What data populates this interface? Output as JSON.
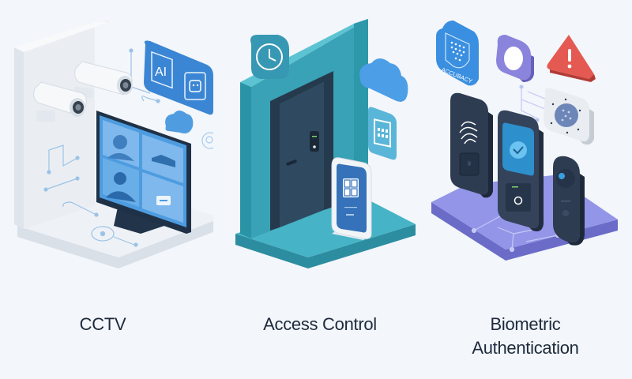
{
  "panels": [
    {
      "id": "cctv",
      "caption": "CCTV",
      "theme_color": "#3d86d6",
      "elements": {
        "badge_ai_label": "AI",
        "badge_icons": [
          "ai-badge-icon",
          "face-scan-icon"
        ],
        "floating_icons": [
          "cloud-icon",
          "search-icon"
        ],
        "monitor_tiles": [
          "person-face",
          "car",
          "person-silhouette",
          "message"
        ]
      }
    },
    {
      "id": "access-control",
      "caption": "Access Control",
      "theme_color": "#3ea6b9",
      "elements": {
        "floating_icons": [
          "clock-icon",
          "cloud-icon",
          "keypad-icon"
        ],
        "door": "door-with-card-reader",
        "kiosk": "qr-code-kiosk"
      }
    },
    {
      "id": "biometric",
      "caption_line1": "Biometric",
      "caption_line2": "Authentication",
      "theme_color": "#8b8be0",
      "elements": {
        "shield_badge_label": "ACCUBACY",
        "floating_icons": [
          "shield-icon",
          "face-icon",
          "warning-icon",
          "iris-scanner-icon"
        ],
        "devices": [
          "fingerprint-reader",
          "face-verify-terminal",
          "camera-doorbell"
        ]
      }
    }
  ],
  "colors": {
    "background": "#f3f6fa",
    "caption_text": "#1e2a3c",
    "cctv_blue": "#3d86d6",
    "access_teal": "#3ea6b9",
    "bio_purple": "#8b8be0",
    "device_dark": "#2f3d52",
    "warning_red": "#e6584f"
  }
}
